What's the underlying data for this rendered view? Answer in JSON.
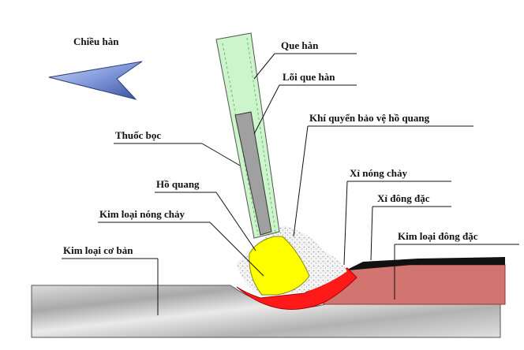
{
  "labels": {
    "direction": "Chiều hàn",
    "electrode": "Que hàn",
    "electrode_core": "Lõi que hàn",
    "shielding_gas": "Khí quyển bảo vệ hồ quang",
    "flux_coating": "Thuốc bọc",
    "molten_slag": "Xỉ nóng chảy",
    "arc": "Hồ quang",
    "solid_slag": "Xỉ đông đặc",
    "molten_metal": "Kim loại nóng chảy",
    "solid_metal": "Kim loại đông đặc",
    "base_metal": "Kim loại cơ bản"
  },
  "colors": {
    "coating": "#ccf5cc",
    "core": "#a0a0a0",
    "arc": "#ffff00",
    "molten": "#ff1a1a",
    "weld": "#d27470",
    "slag": "#111111",
    "plate": "#c4c4c4",
    "arrow": "#8fa6e0"
  }
}
